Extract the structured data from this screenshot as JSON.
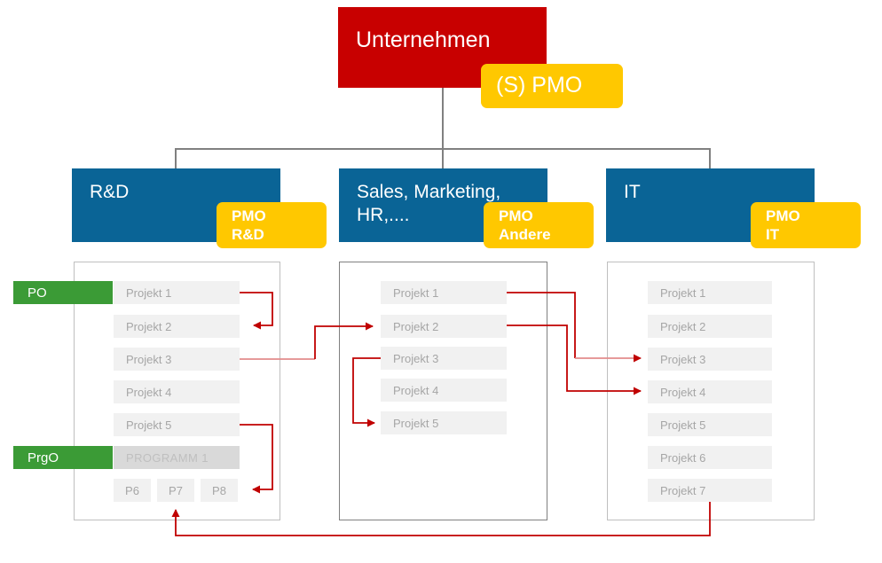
{
  "colors": {
    "root": "#C80000",
    "unit": "#0A6496",
    "pmo": "#FFC800",
    "role": "#3B9B36",
    "project": "#F1F1F1",
    "program": "#D9D9D9",
    "connector": "#808080",
    "arrow": "#C00000",
    "panel_border": "#BFBFBF"
  },
  "root": {
    "label": "Unternehmen"
  },
  "root_pmo": {
    "label": "(S) PMO"
  },
  "units": [
    {
      "label": "R&D",
      "pmo_line1": "PMO",
      "pmo_line2": "R&D"
    },
    {
      "label": "Sales, Marketing, HR,....",
      "pmo_line1": "PMO",
      "pmo_line2": "Andere"
    },
    {
      "label": "IT",
      "pmo_line1": "PMO",
      "pmo_line2": "IT"
    }
  ],
  "roles": [
    {
      "label": "PO"
    },
    {
      "label": "PrgO"
    }
  ],
  "columns": [
    {
      "name": "rnd",
      "projects": [
        {
          "label": "Projekt 1"
        },
        {
          "label": "Projekt 2"
        },
        {
          "label": "Projekt 3"
        },
        {
          "label": "Projekt 4"
        },
        {
          "label": "Projekt 5"
        },
        {
          "label": "PROGRAMM 1"
        }
      ],
      "sub_projects": [
        {
          "label": "P6"
        },
        {
          "label": "P7"
        },
        {
          "label": "P8"
        }
      ]
    },
    {
      "name": "sales-marketing-hr",
      "projects": [
        {
          "label": "Projekt 1"
        },
        {
          "label": "Projekt 2"
        },
        {
          "label": "Projekt 3"
        },
        {
          "label": "Projekt 4"
        },
        {
          "label": "Projekt 5"
        }
      ],
      "sub_projects": []
    },
    {
      "name": "it",
      "projects": [
        {
          "label": "Projekt 1"
        },
        {
          "label": "Projekt 2"
        },
        {
          "label": "Projekt 3"
        },
        {
          "label": "Projekt 4"
        },
        {
          "label": "Projekt 5"
        },
        {
          "label": "Projekt 6"
        },
        {
          "label": "Projekt 7"
        }
      ],
      "sub_projects": []
    }
  ],
  "dependencies": [
    {
      "from": "rnd.Projekt 1",
      "to": "rnd.Projekt 2"
    },
    {
      "from": "rnd.Projekt 3",
      "to": "sales-marketing-hr.Projekt 2"
    },
    {
      "from": "rnd.Projekt 5",
      "to": "rnd.P8"
    },
    {
      "from": "sales-marketing-hr.Projekt 3",
      "to": "sales-marketing-hr.Projekt 5"
    },
    {
      "from": "sales-marketing-hr.Projekt 1",
      "to": "it.Projekt 3"
    },
    {
      "from": "sales-marketing-hr.Projekt 2",
      "to": "it.Projekt 4"
    },
    {
      "from": "it.Projekt 7",
      "to": "rnd.P7"
    }
  ]
}
